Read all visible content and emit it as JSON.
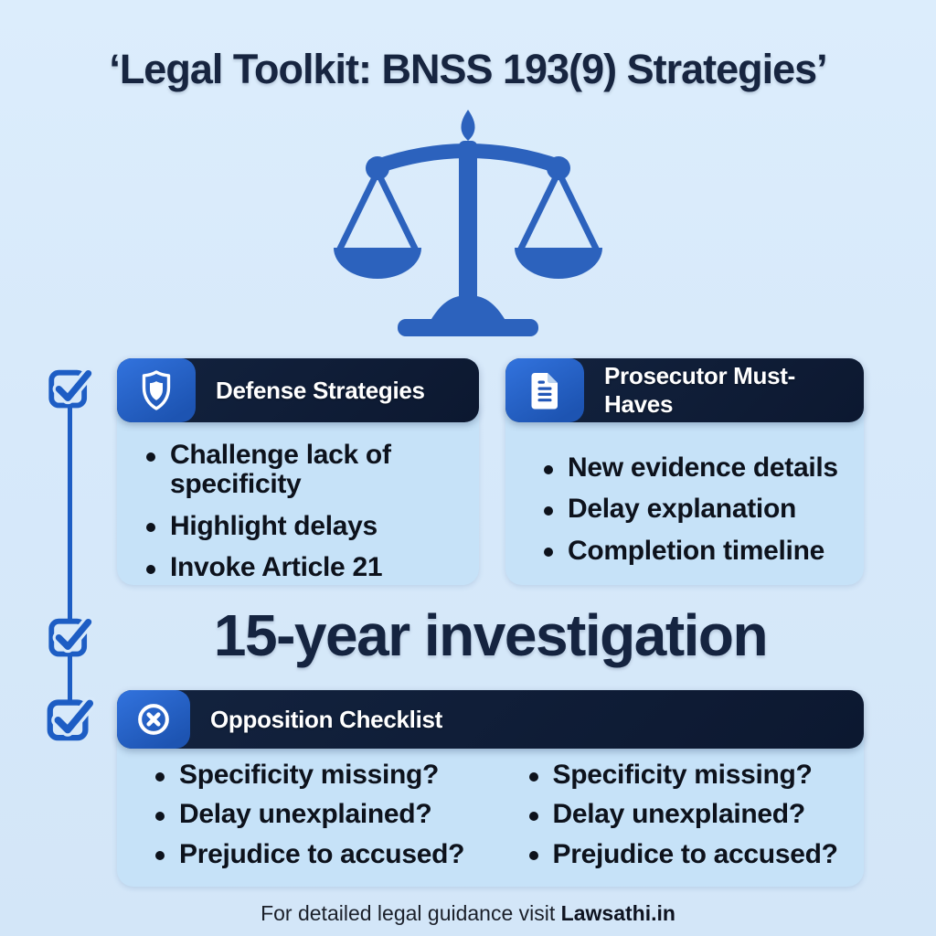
{
  "title": "‘Legal Toolkit: BNSS 193(9) Strategies’",
  "headline": "15-year investigation",
  "footer": {
    "prefix": "For detailed legal guidance visit ",
    "brand": "Lawsathi.in"
  },
  "cards": {
    "defense": {
      "title": "Defense Strategies",
      "icon": "shield-icon",
      "bullets": [
        "Challenge lack of specificity",
        "Highlight delays",
        "Invoke Article 21"
      ]
    },
    "prosecutor": {
      "title": "Prosecutor Must-Haves",
      "icon": "document-icon",
      "bullets": [
        "New evidence details",
        "Delay explanation",
        "Completion timeline"
      ]
    },
    "opposition": {
      "title": "Opposition Checklist",
      "icon": "x-circle-icon",
      "col1": [
        "Specificity missing?",
        "Delay unexplained?",
        "Prejudice to accused?"
      ],
      "col2": [
        "Specificity missing?",
        "Delay unexplained?",
        "Prejudice to accused?"
      ]
    }
  },
  "decorations": {
    "center_icon": "scales-of-justice-icon",
    "rail_icon": "checkbox-checked-icon",
    "rail_checkbox_count": 3
  },
  "colors": {
    "background": "#d7e9fa",
    "panel_blue": "#c6e2f8",
    "header_navy": "#0f1e36",
    "accent_blue": "#1d5dc4",
    "icon_chip_blue": "#2767cf",
    "scales_blue": "#2c62bd",
    "title_navy": "#172540",
    "text_dark": "#0d121c"
  }
}
